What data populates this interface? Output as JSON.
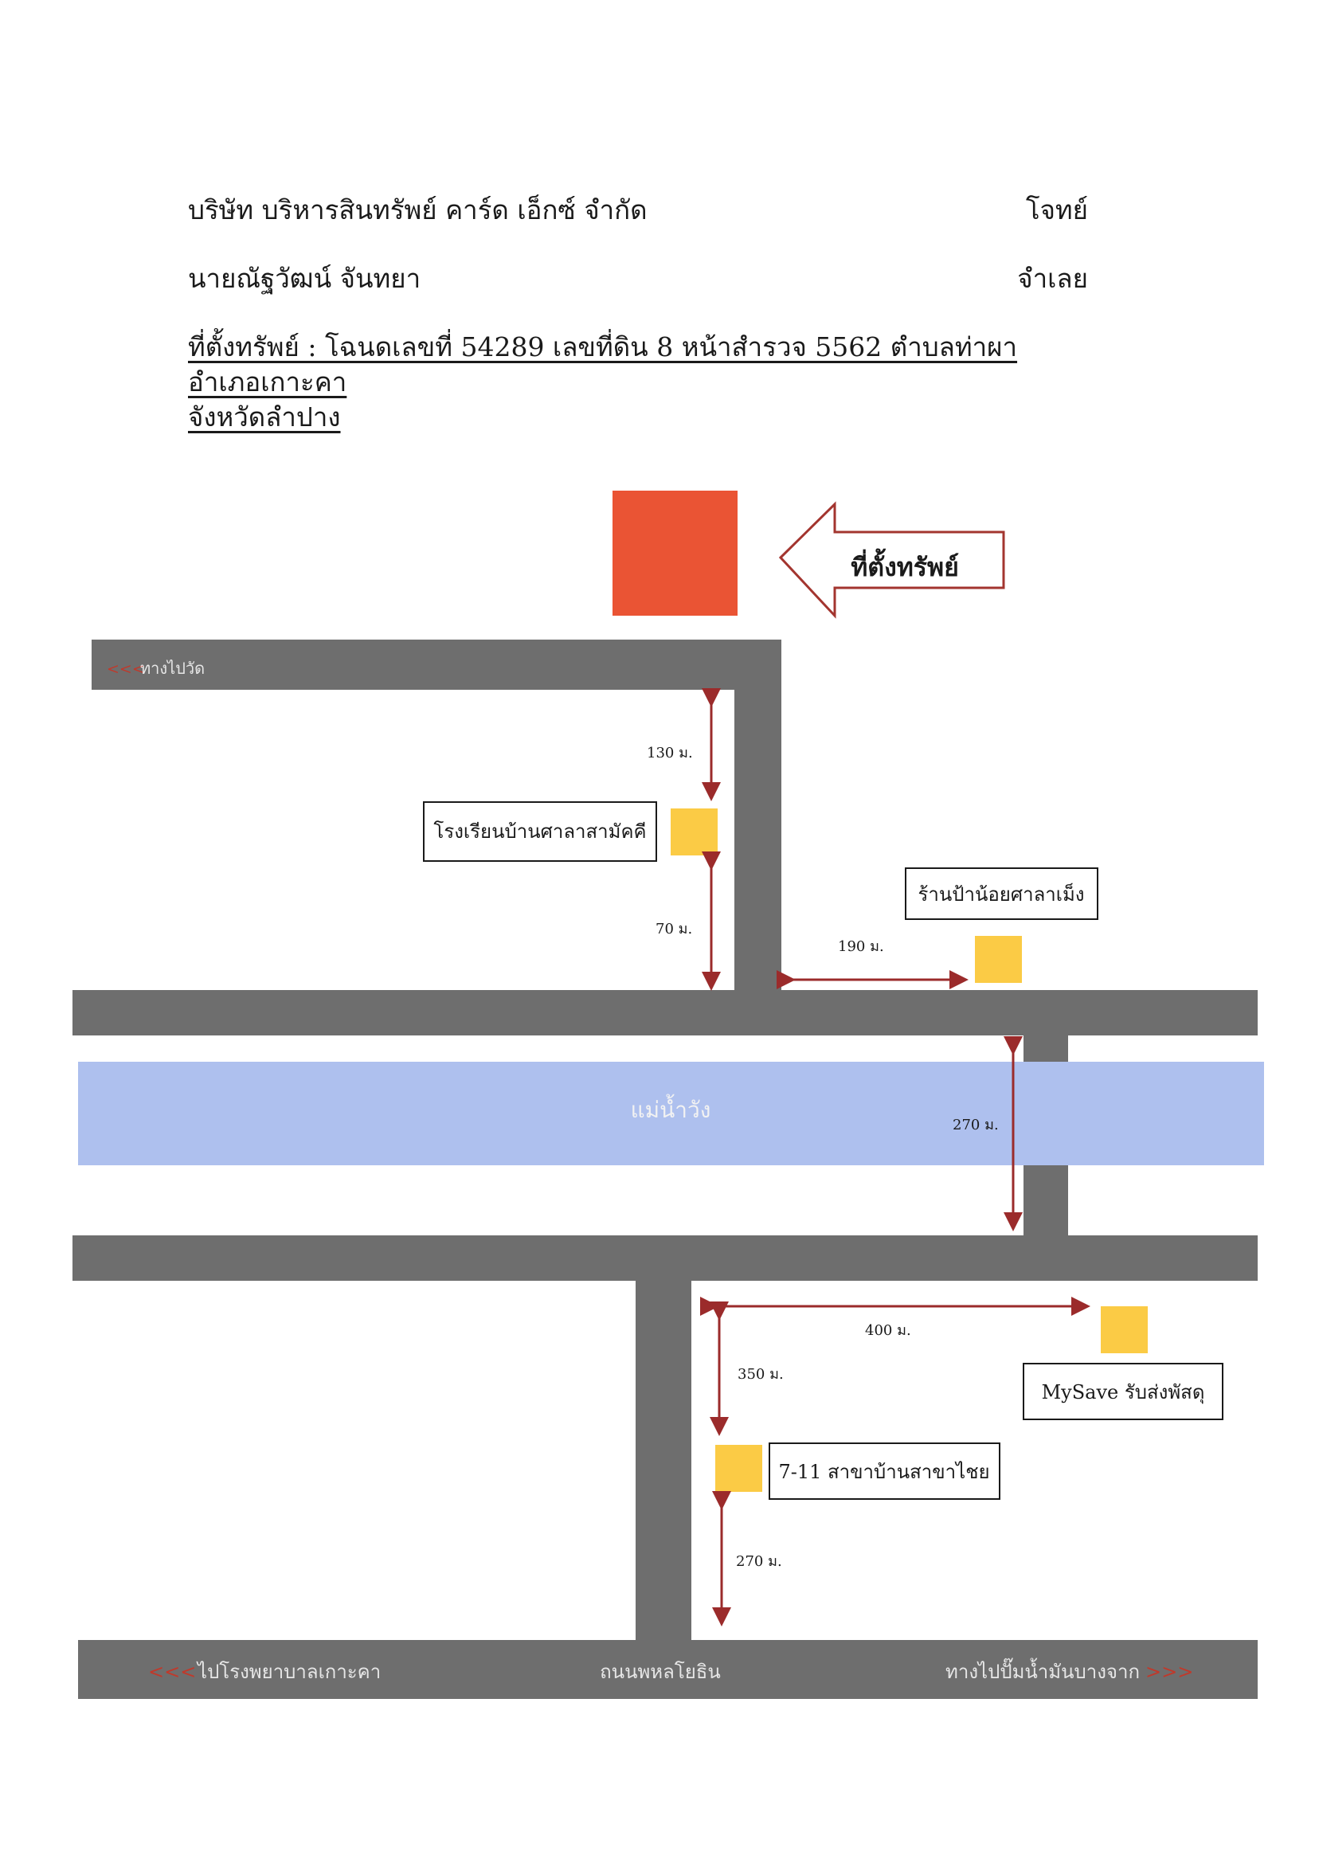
{
  "header": {
    "plaintiff_name": "บริษัท บริหารสินทรัพย์ คาร์ด เอ็กซ์ จำกัด",
    "plaintiff_role": "โจทย์",
    "defendant_name": "นายณัฐวัฒน์ จันทยา",
    "defendant_role": "จำเลย",
    "location_line1": "ที่ตั้งทรัพย์ : โฉนดเลขที่ 54289 เลขที่ดิน 8 หน้าสำรวจ 5562 ตำบลท่าผา อำเภอเกาะคา",
    "location_line2": "จังหวัดลำปาง"
  },
  "map": {
    "property_label": "ที่ตั้งทรัพย์",
    "roads": {
      "top_road_dir_arrow": "<<<",
      "top_road_label": "ทางไปวัด",
      "main_road_left_arrow": "<<<",
      "main_road_left_label": "ไปโรงพยาบาลเกาะคา",
      "main_road_center_label": "ถนนพหลโยธิน",
      "main_road_right_label": "ทางไปปั๊มน้ำมันบางจาก",
      "main_road_right_arrow": ">>>"
    },
    "river_label": "แม่น้ำวัง",
    "landmarks": {
      "school": "โรงเรียนบ้านศาลาสามัคคี",
      "shop": "ร้านป้าน้อยศาลาเม็ง",
      "mysave": "MySave รับส่งพัสดุ",
      "seven_eleven": "7-11 สาขาบ้านสาขาไชย"
    },
    "distances": {
      "d1": "130 ม.",
      "d2": "70 ม.",
      "d3": "190 ม.",
      "d4": "270 ม.",
      "d5": "400 ม.",
      "d6": "350 ม.",
      "d7": "270 ม."
    },
    "colors": {
      "road": "#6e6e6e",
      "river": "#aec0ee",
      "property": "#ea5434",
      "landmark": "#fbcb45",
      "distance_arrow": "#9b2b2b",
      "direction_arrow": "#c0392b"
    }
  }
}
